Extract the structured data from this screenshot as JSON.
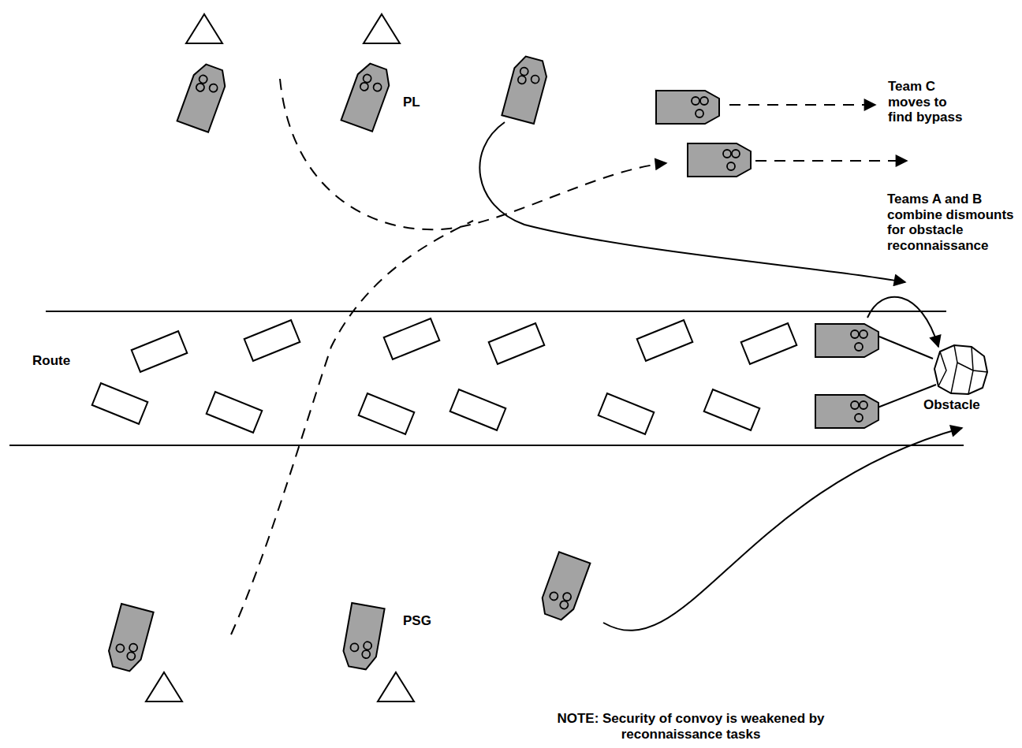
{
  "diagram": {
    "labels": [
      "Team C moves to find bypass",
      "Teams A and B combine dismounts for obstacle reconnaissance",
      "Route",
      "Obstacle",
      "PL",
      "PSG",
      "NOTE: Security of convoy is weakened by reconnaissance tasks"
    ]
  }
}
